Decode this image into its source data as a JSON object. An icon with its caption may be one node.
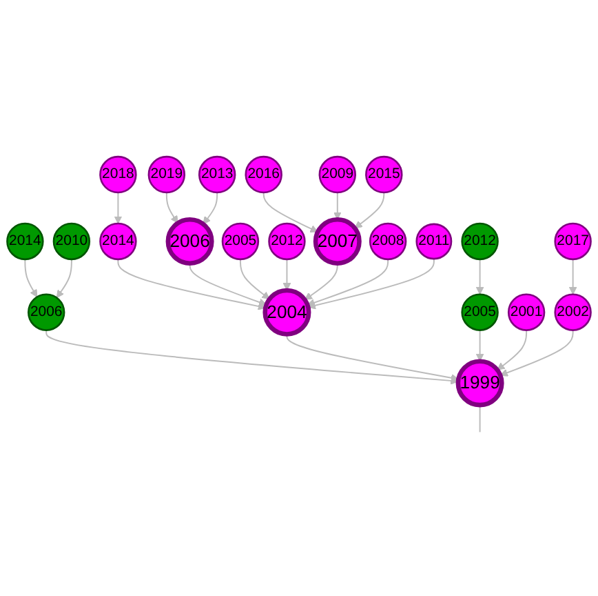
{
  "diagram": {
    "nodes": [
      {
        "text": [
          "2019"
        ]
      },
      {
        "text": [
          "2013"
        ]
      },
      {
        "text": [
          "2018"
        ]
      },
      {
        "text": [
          "2006"
        ]
      },
      {
        "text": [
          "2016"
        ]
      },
      {
        "text": [
          "2014"
        ]
      },
      {
        "text": [
          "2009"
        ]
      },
      {
        "text": [
          "2007"
        ]
      },
      {
        "text": [
          "2005"
        ]
      },
      {
        "text": [
          "2012"
        ]
      },
      {
        "text": [
          "2015"
        ]
      },
      {
        "text": [
          "2014"
        ]
      },
      {
        "text": [
          "2008"
        ]
      },
      {
        "text": [
          "2010"
        ]
      },
      {
        "text": [
          "2004"
        ]
      },
      {
        "text": [
          "2006"
        ]
      },
      {
        "text": [
          "2011"
        ]
      },
      {
        "text": [
          "2012"
        ]
      },
      {
        "text": [
          "2001"
        ]
      },
      {
        "text": [
          "2005"
        ]
      },
      {
        "text": [
          "1999"
        ]
      },
      {
        "text": [
          "2002"
        ]
      },
      {
        "text": [
          "2017"
        ]
      }
    ],
    "edges": [
      {
        "from": 0,
        "to": 3,
        "arrow": "to"
      },
      {
        "from": 1,
        "to": 3,
        "arrow": "to"
      },
      {
        "from": 2,
        "to": 5,
        "arrow": "to"
      },
      {
        "from": 4,
        "to": 7,
        "arrow": "to"
      },
      {
        "from": 6,
        "to": 7,
        "arrow": "to"
      },
      {
        "from": 10,
        "to": 7,
        "arrow": "to"
      },
      {
        "from": 5,
        "to": 14,
        "arrow": "to"
      },
      {
        "from": 3,
        "to": 14,
        "arrow": "to"
      },
      {
        "from": 8,
        "to": 14,
        "arrow": "to"
      },
      {
        "from": 9,
        "to": 14,
        "arrow": "to"
      },
      {
        "from": 7,
        "to": 14,
        "arrow": "to"
      },
      {
        "from": 12,
        "to": 14,
        "arrow": "to"
      },
      {
        "from": 16,
        "to": 14,
        "arrow": "to"
      },
      {
        "from": 11,
        "to": 15,
        "arrow": "to"
      },
      {
        "from": 13,
        "to": 15,
        "arrow": "to"
      },
      {
        "from": 15,
        "to": 20,
        "arrow": "to"
      },
      {
        "from": 14,
        "to": 20,
        "arrow": "to"
      },
      {
        "from": 17,
        "to": 19,
        "arrow": "to"
      },
      {
        "from": 19,
        "to": 20,
        "arrow": "to"
      },
      {
        "from": 18,
        "to": 20,
        "arrow": "to"
      },
      {
        "from": 21,
        "to": 20,
        "arrow": "to"
      },
      {
        "from": 22,
        "to": 21,
        "arrow": "to"
      },
      {
        "from": 20,
        "to": null,
        "arrow": "none"
      }
    ]
  }
}
